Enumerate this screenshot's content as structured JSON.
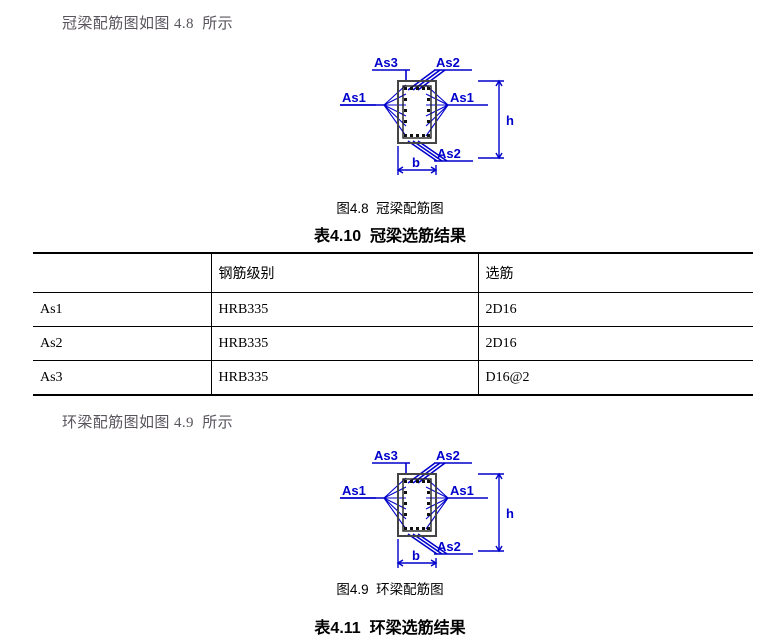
{
  "document": {
    "intro_lines": [
      "冠梁配筋图如图 4.8  所示",
      "环梁配筋图如图 4.9  所示"
    ],
    "figures": [
      {
        "caption": "图4.8  冠梁配筋图",
        "labels": {
          "as1_left": "As1",
          "as1_right": "As1",
          "as2_top": "As2",
          "as2_bottom": "As2",
          "as3": "As3",
          "height_dim": "h",
          "width_dim": "b"
        }
      },
      {
        "caption": "图4.9  环梁配筋图",
        "labels": {
          "as1_left": "As1",
          "as1_right": "As1",
          "as2_top": "As2",
          "as2_bottom": "As2",
          "as3": "As3",
          "height_dim": "h",
          "width_dim": "b"
        }
      }
    ],
    "tables": [
      {
        "caption": "表4.10  冠梁选筋结果",
        "headers": [
          "",
          "钢筋级别",
          "选筋"
        ],
        "rows": [
          [
            "As1",
            "HRB335",
            "2D16"
          ],
          [
            "As2",
            "HRB335",
            "2D16"
          ],
          [
            "As3",
            "HRB335",
            "D16@2"
          ]
        ]
      },
      {
        "caption": "表4.11  环梁选筋结果"
      }
    ],
    "colors": {
      "diagram_blue": "#0000cc",
      "concrete_outline": "#333333",
      "body_text": "#59545c"
    }
  }
}
